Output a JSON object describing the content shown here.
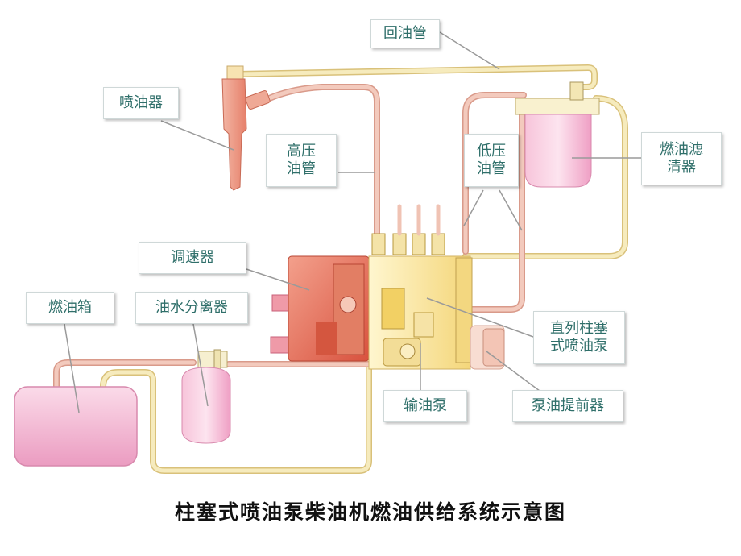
{
  "labels": {
    "return_pipe": "回油管",
    "injector": "喷油器",
    "high_pressure_pipe": "高压\n油管",
    "low_pressure_pipe": "低压\n油管",
    "fuel_filter": "燃油滤\n清器",
    "governor": "调速器",
    "fuel_tank": "燃油箱",
    "water_separator": "油水分离器",
    "inline_pump": "直列柱塞\n式喷油泵",
    "transfer_pump": "输油泵",
    "advance_device": "泵油提前器"
  },
  "caption": "柱塞式喷油泵柴油机燃油供给系统示意图",
  "colors": {
    "pipe_yellow": "#f2e3a6",
    "pipe_pink": "#efc0b2",
    "tank_pink": "#f0a8c8",
    "governor_red": "#e06a55",
    "pump_yellow": "#fbf0b8",
    "leader_line": "#a0a0a0",
    "label_text": "#2f6f6a"
  }
}
